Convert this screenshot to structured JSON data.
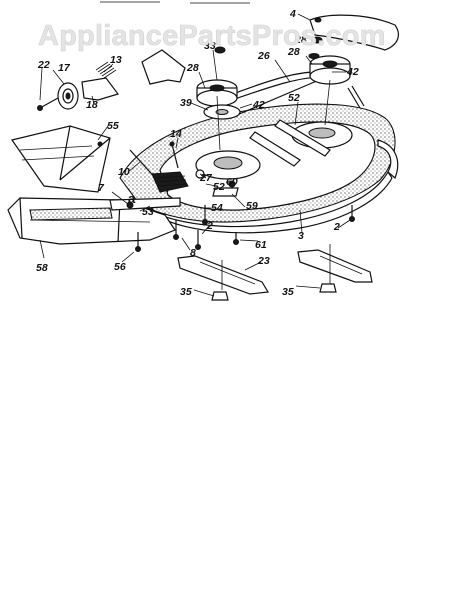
{
  "watermark": "AppliancePartsPros.com",
  "callouts": {
    "c4": "4",
    "c33": "33",
    "c26": "26",
    "c28a": "28",
    "c28b": "28",
    "c28c": "28",
    "c42a": "42",
    "c42b": "42",
    "c22": "22",
    "c17": "17",
    "c13": "13",
    "c18": "18",
    "c39": "39",
    "c52a": "52",
    "c52b": "52",
    "c55": "55",
    "c14": "14",
    "c10": "10",
    "c27": "27",
    "c60": "60",
    "c7": "7",
    "ca": "a",
    "c53": "53",
    "c54": "54",
    "c59": "59",
    "c2a": "2",
    "c2b": "2",
    "c3": "3",
    "c61": "61",
    "c8": "8",
    "c23": "23",
    "c58": "58",
    "c56": "56",
    "c35a": "35",
    "c35b": "35"
  }
}
